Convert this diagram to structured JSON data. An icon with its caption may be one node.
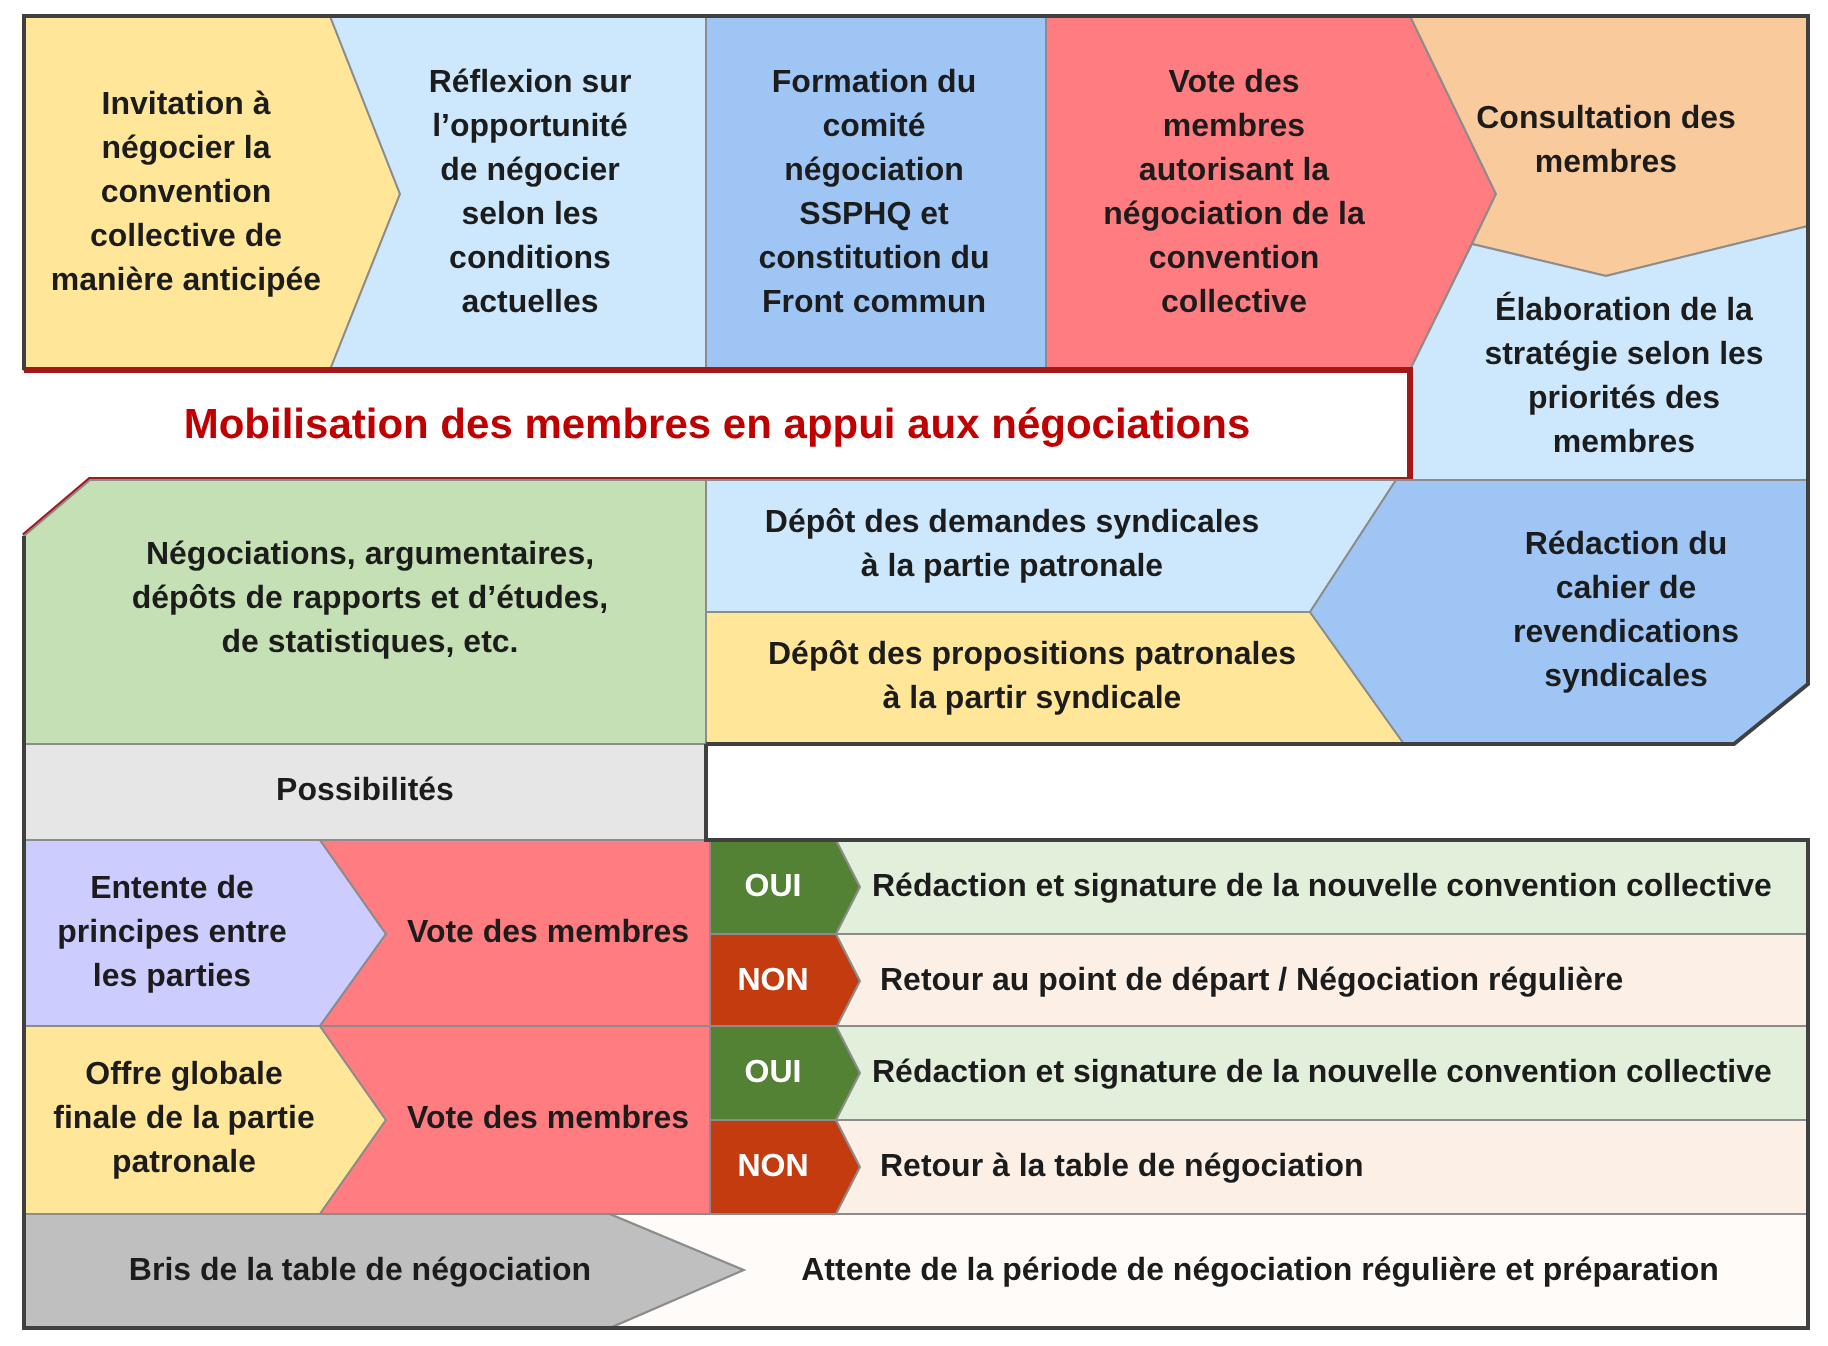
{
  "diagram": {
    "nodes": [
      {
        "text": [
          "Invitation à négocier la convention collective de manière anticipée"
        ]
      },
      {
        "text": [
          "Réflexion sur l’opportunité de négocier selon les conditions actuelles"
        ]
      },
      {
        "text": [
          "Formation du comité négociation SSPHQ et constitution du Front commun"
        ]
      },
      {
        "text": [
          "Vote des membres autorisant la négociation de la convention collective"
        ]
      },
      {
        "text": [
          "Consultation des membres"
        ]
      },
      {
        "text": [
          "Élaboration de la stratégie selon les priorités des membres"
        ]
      },
      {
        "text": [
          "Mobilisation des membres en appui aux négociations"
        ]
      },
      {
        "text": [
          "Négociations, argumentaires, dépôts de rapports et d’études, de statistiques, etc."
        ]
      },
      {
        "text": [
          "Dépôt des demandes syndicales à la partie patronale"
        ]
      },
      {
        "text": [
          "Dépôt des propositions patronales à la partir syndicale"
        ]
      },
      {
        "text": [
          "Rédaction du cahier de revendications syndicales"
        ]
      },
      {
        "text": [
          "Possibilités"
        ]
      },
      {
        "text": [
          "Entente de principes entre les parties"
        ]
      },
      {
        "text": [
          "Vote des membres"
        ]
      },
      {
        "text": [
          "OUI"
        ]
      },
      {
        "text": [
          "Rédaction et signature de la nouvelle convention collective"
        ]
      },
      {
        "text": [
          "NON"
        ]
      },
      {
        "text": [
          "Retour au point de départ / Négociation régulière"
        ]
      },
      {
        "text": [
          "Offre globale finale de la partie patronale"
        ]
      },
      {
        "text": [
          "Vote des membres"
        ]
      },
      {
        "text": [
          "OUI"
        ]
      },
      {
        "text": [
          "Rédaction et signature de la nouvelle convention collective"
        ]
      },
      {
        "text": [
          "NON"
        ]
      },
      {
        "text": [
          "Retour à la table de négociation"
        ]
      },
      {
        "text": [
          "Bris de la table de négociation"
        ]
      },
      {
        "text": [
          "Attente de la période de négociation régulière et préparation"
        ]
      }
    ]
  }
}
